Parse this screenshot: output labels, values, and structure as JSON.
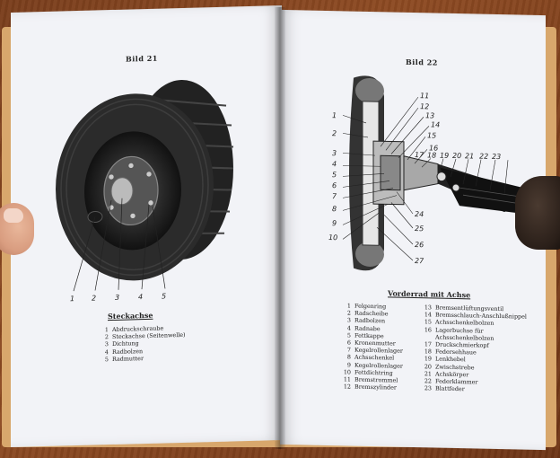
{
  "left_page": {
    "figure_title": "Bild 21",
    "callouts": [
      "1",
      "2",
      "3",
      "4",
      "5"
    ],
    "caption_title": "Steckachse",
    "legend": [
      {
        "num": "1",
        "label": "Abdruckschraube"
      },
      {
        "num": "2",
        "label": "Steckachse (Seitenwelle)"
      },
      {
        "num": "3",
        "label": "Dichtung"
      },
      {
        "num": "4",
        "label": "Radbolzen"
      },
      {
        "num": "5",
        "label": "Radmutter"
      }
    ]
  },
  "right_page": {
    "figure_title": "Bild 22",
    "callouts_left": [
      "1",
      "2",
      "3",
      "4",
      "5",
      "6",
      "7",
      "8",
      "9",
      "10"
    ],
    "callouts_top": [
      "11",
      "12",
      "13",
      "14",
      "15",
      "16",
      "17",
      "18",
      "19",
      "20",
      "21",
      "22",
      "23"
    ],
    "callouts_bottom": [
      "24",
      "25",
      "26",
      "27"
    ],
    "caption_title": "Vorderrad mit Achse",
    "legend_col1": [
      {
        "num": "1",
        "label": "Felgenring"
      },
      {
        "num": "2",
        "label": "Radscheibe"
      },
      {
        "num": "3",
        "label": "Radbolzen"
      },
      {
        "num": "4",
        "label": "Radnabe"
      },
      {
        "num": "5",
        "label": "Fettkappe"
      },
      {
        "num": "6",
        "label": "Kronenmutter"
      },
      {
        "num": "7",
        "label": "Kegelrollenlager"
      },
      {
        "num": "8",
        "label": "Achsschenkel"
      },
      {
        "num": "9",
        "label": "Kegelrollenlager"
      },
      {
        "num": "10",
        "label": "Fettdichtring"
      },
      {
        "num": "11",
        "label": "Bremstrommel"
      },
      {
        "num": "12",
        "label": "Bremszylinder"
      }
    ],
    "legend_col2": [
      {
        "num": "13",
        "label": "Bremsentlüftungsventil"
      },
      {
        "num": "14",
        "label": "Bremsschlauch-Anschlußnippel"
      },
      {
        "num": "15",
        "label": "Achsschenkelbolzen"
      },
      {
        "num": "16",
        "label": "Lagerbuchse für"
      },
      {
        "num": "",
        "label": "Achsschenkelbolzen"
      },
      {
        "num": "17",
        "label": "Druckschmierkopf"
      },
      {
        "num": "18",
        "label": "Federsehhaue"
      },
      {
        "num": "19",
        "label": "Lenkhebel"
      },
      {
        "num": "20",
        "label": "Zwischstrebe"
      },
      {
        "num": "21",
        "label": "Achskörper"
      },
      {
        "num": "22",
        "label": "Federklammer"
      },
      {
        "num": "23",
        "label": "Blattfeder"
      }
    ]
  },
  "colors": {
    "table": "#7a3e1c",
    "paper": "#f2f3f7",
    "ink": "#222222",
    "tire": "#2b2b2b"
  }
}
